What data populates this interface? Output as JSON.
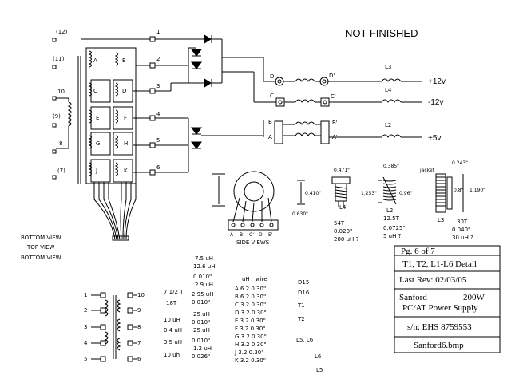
{
  "header": {
    "status": "NOT FINISHED"
  },
  "left_pins": [
    "(12)",
    "(11)",
    "10",
    "(9)",
    "8",
    "(7)"
  ],
  "terminals": [
    "1",
    "2",
    "3",
    "4",
    "5",
    "6"
  ],
  "windings": {
    "A": "A",
    "B": "B",
    "C": "C",
    "D": "D",
    "E": "E",
    "F": "F",
    "G": "G",
    "H": "H",
    "J": "J",
    "K": "K"
  },
  "rails": {
    "D": "D",
    "Dp": "D'",
    "C": "C",
    "Cp": "C'",
    "B": "B",
    "A": "A",
    "Bp": "B'",
    "Ap": "A'",
    "L3": "L3",
    "L4": "L4",
    "L2": "L2"
  },
  "outputs": [
    "+12v",
    "-12v",
    "+5v"
  ],
  "side_views": {
    "label": "SIDE VIEWS",
    "pins": [
      "A",
      "B",
      "C'",
      "D",
      "E'",
      ""
    ]
  },
  "coils": {
    "L4": {
      "dim_top": "0.471\"",
      "dim_mid": "0.410\"",
      "dim_bot": "0.630\"",
      "name": "L4",
      "turns": "54T",
      "wire": "0.020\"",
      "ind": "280 uH ?"
    },
    "L2": {
      "dim_top": "0.385\"",
      "dim_left": "1.253\"",
      "dim_right": "0.96\"",
      "name": "L2",
      "turns": "12.5T",
      "wire": "0.0725\"",
      "ind": "5 uH ?"
    },
    "L3": {
      "jacket": "jacket",
      "dim_top": "0.243\"",
      "dim_mid": "0.8\"",
      "dim_right": "1.190\"",
      "name": "L3",
      "turns": "30T",
      "wire": "0.040\"",
      "ind": "30 uH ?"
    }
  },
  "views": [
    "BOTTOM VIEW",
    "TOP VIEW",
    "BOTTOM VIEW"
  ],
  "bottom_pins": [
    "1",
    "2",
    "3",
    "4",
    "5",
    "10",
    "9",
    "8",
    "7",
    "6"
  ],
  "notes": [
    "7 1/2 T",
    "18T",
    "10 uH",
    "0.4 uH",
    "3.5 uH",
    "10 uh"
  ],
  "inductances": [
    "7.5 uH",
    "12.6 uH",
    "0.010\"",
    "2.9 uH",
    "2.95 uH",
    "0.010\"",
    "25 uH",
    "0.010\"",
    "25 uH",
    "0.010\"",
    "1.2 uH",
    "0.026\""
  ],
  "winding_table": {
    "header_uh": "uH",
    "header_wire": "wire",
    "rows": [
      "A  6.2  0.30\"",
      "B  6.2  0.30\"",
      "C  3.2  0.30\"",
      "D  3.2  0.30\"",
      "E  3.2  0.30\"",
      "F  3.2  0.30\"",
      "G  3.2  0.30\"",
      "H  3.2  0.30\"",
      "J  3.2  0.30\"",
      "K  3.2  0.30\""
    ]
  },
  "destinations": [
    "D15",
    "D16",
    "T1",
    "T2",
    "L5, L6",
    "L6",
    "L5"
  ],
  "title_block": {
    "page": "Pg. 6  of  7",
    "title": "T1, T2, L1-L6 Detail",
    "revision": "Last Rev:  02/03/05",
    "manufacturer": "Sanford",
    "wattage": "200W",
    "product": "PC/AT Power Supply",
    "serial": "s/n: EHS 8759553",
    "file": "Sanford6.bmp"
  }
}
